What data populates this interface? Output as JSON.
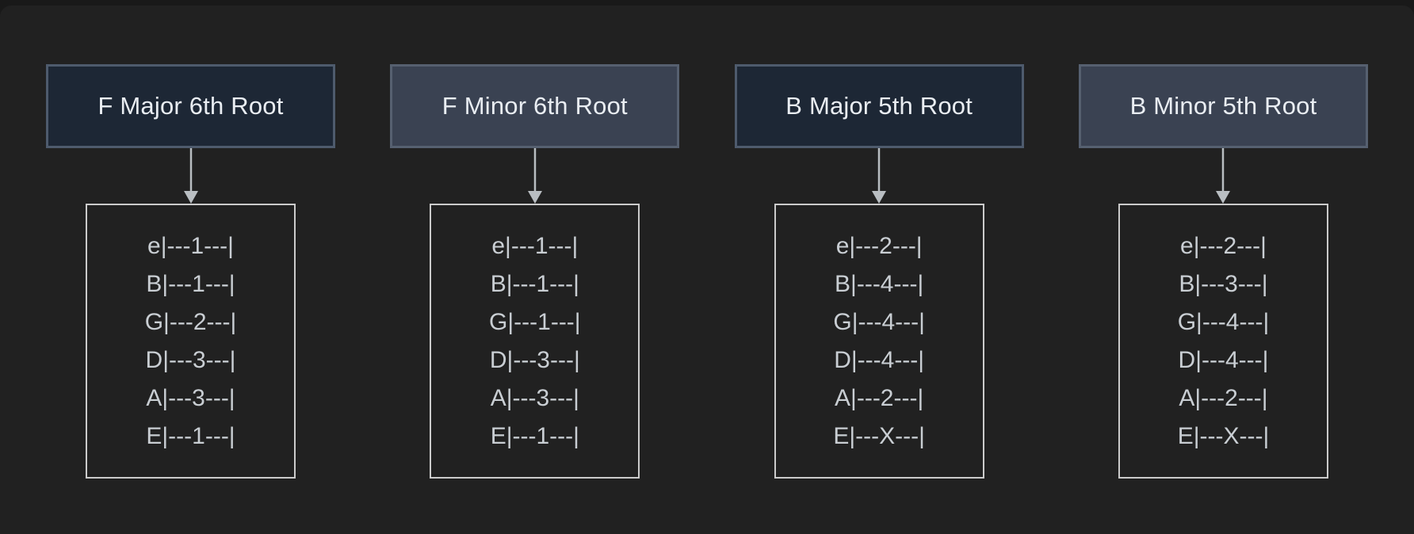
{
  "diagram": {
    "type": "flowchart",
    "background_color": "#212121",
    "outer_background_color": "#191919",
    "arrow_color": "#b9bec2",
    "tab_box_border_color": "#cbcbcb",
    "tab_text_color": "#c9ced3",
    "header_text_color": "#e9edf2",
    "major_node_fill": "#1d2735",
    "major_node_border": "#4e5b6d",
    "minor_node_fill": "#3a4252",
    "minor_node_border": "#566070"
  },
  "columns": [
    {
      "header": {
        "label": "F Major 6th Root",
        "variant": "major"
      },
      "tab_lines": [
        "e|---1---|",
        "B|---1---|",
        "G|---2---|",
        "D|---3---|",
        "A|---3---|",
        "E|---1---|"
      ]
    },
    {
      "header": {
        "label": "F Minor 6th Root",
        "variant": "minor"
      },
      "tab_lines": [
        "e|---1---|",
        "B|---1---|",
        "G|---1---|",
        "D|---3---|",
        "A|---3---|",
        "E|---1---|"
      ]
    },
    {
      "header": {
        "label": "B Major 5th Root",
        "variant": "major"
      },
      "tab_lines": [
        "e|---2---|",
        "B|---4---|",
        "G|---4---|",
        "D|---4---|",
        "A|---2---|",
        "E|---X---|"
      ]
    },
    {
      "header": {
        "label": "B Minor 5th Root",
        "variant": "minor"
      },
      "tab_lines": [
        "e|---2---|",
        "B|---3---|",
        "G|---4---|",
        "D|---4---|",
        "A|---2---|",
        "E|---X---|"
      ]
    }
  ]
}
